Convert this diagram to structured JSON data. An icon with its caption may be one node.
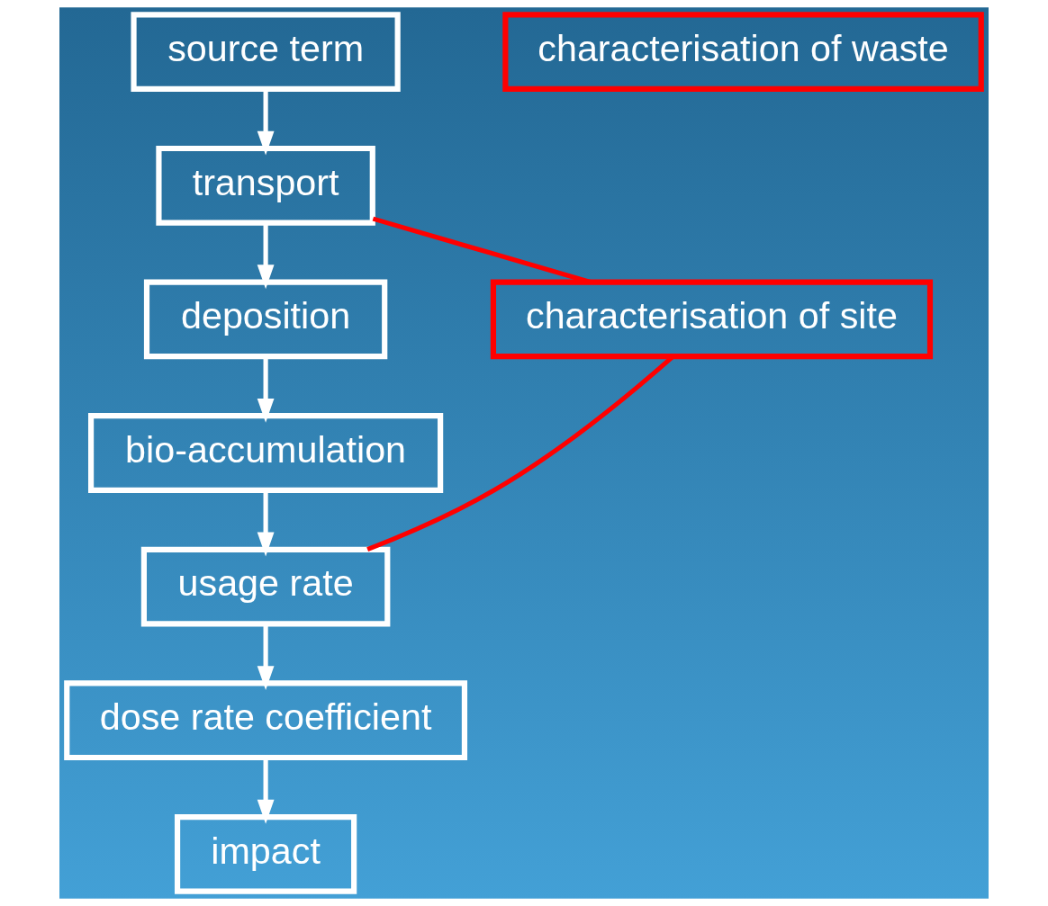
{
  "diagram": {
    "nodes": [
      {
        "text": [
          "source term"
        ]
      },
      {
        "text": [
          "transport"
        ]
      },
      {
        "text": [
          "deposition"
        ]
      },
      {
        "text": [
          "bio-accumulation"
        ]
      },
      {
        "text": [
          "usage rate"
        ]
      },
      {
        "text": [
          "dose rate coefficient"
        ]
      },
      {
        "text": [
          "impact"
        ]
      },
      {
        "text": [
          "characterisation of waste"
        ]
      },
      {
        "text": [
          "characterisation of site"
        ]
      }
    ],
    "edges": [
      {
        "from": 0,
        "to": 1,
        "arrow": "to"
      },
      {
        "from": 1,
        "to": 2,
        "arrow": "to"
      },
      {
        "from": 2,
        "to": 3,
        "arrow": "to"
      },
      {
        "from": 3,
        "to": 4,
        "arrow": "to"
      },
      {
        "from": 4,
        "to": 5,
        "arrow": "to"
      },
      {
        "from": 5,
        "to": 6,
        "arrow": "to"
      },
      {
        "from": 1,
        "to": 8,
        "arrow": "none",
        "color": "#ff0000"
      },
      {
        "from": 8,
        "to": 4,
        "arrow": "none",
        "color": "#ff0000"
      }
    ]
  }
}
